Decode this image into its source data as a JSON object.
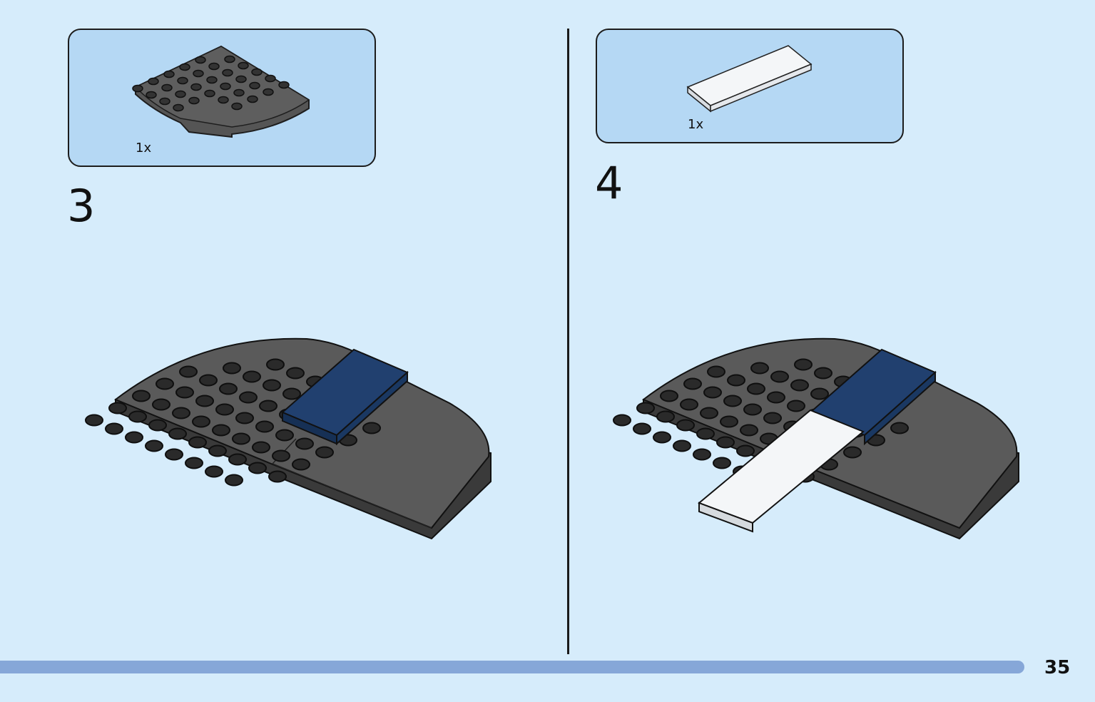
{
  "steps": [
    {
      "number": "3",
      "parts": [
        {
          "quantity": "1x",
          "piece": "dark-gray-round-corner-plate"
        }
      ]
    },
    {
      "number": "4",
      "parts": [
        {
          "quantity": "1x",
          "piece": "white-tile-1x4"
        }
      ]
    }
  ],
  "page": {
    "number": "35"
  },
  "colors": {
    "background": "#d6ecfb",
    "parts_box": "#b5d8f4",
    "dark_gray_plate": "#4b4b4b",
    "stud": "#262626",
    "blue_tile": "#1f3d6e",
    "white_tile": "#f3f5f7",
    "progress_bar": "#86a7d8"
  }
}
